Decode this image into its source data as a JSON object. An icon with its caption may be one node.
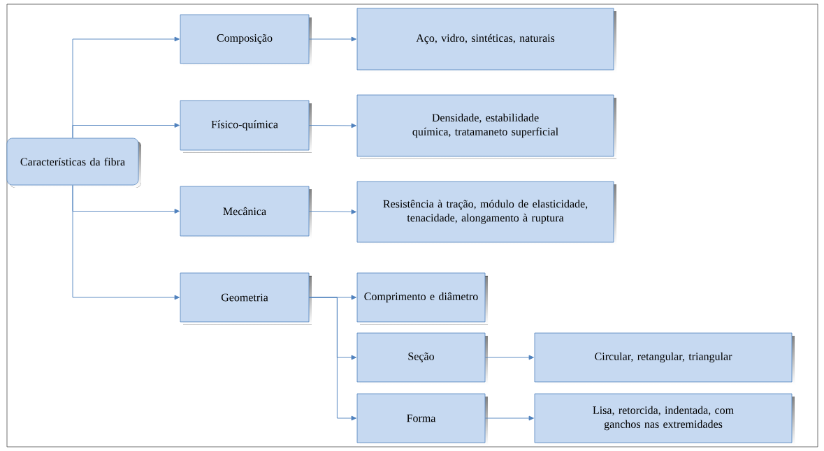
{
  "diagram": {
    "nodes": [
      {
        "text": [
          "Características da fibra"
        ]
      },
      {
        "text": [
          "Composição"
        ]
      },
      {
        "text": [
          "Aço, vidro, sintéticas, naturais"
        ]
      },
      {
        "text": [
          "Físico-química"
        ]
      },
      {
        "text": [
          "Densidade, estabilidade química, tratamaneto superficial"
        ]
      },
      {
        "text": [
          "Mecânica"
        ]
      },
      {
        "text": [
          "Resistência à tração, módulo de elasticidade, tenacidade, alongamento à ruptura"
        ]
      },
      {
        "text": [
          "Geometria"
        ]
      },
      {
        "text": [
          "Comprimento e diâmetro"
        ]
      },
      {
        "text": [
          "Seção"
        ]
      },
      {
        "text": [
          "Circular, retangular, triangular"
        ]
      },
      {
        "text": [
          "Forma"
        ]
      },
      {
        "text": [
          "Lisa, retorcida, indentada, com ganchos nas extremidades"
        ]
      }
    ],
    "edges": [
      {
        "from": 0,
        "to": 1,
        "arrow": "to"
      },
      {
        "from": 0,
        "to": 3,
        "arrow": "to"
      },
      {
        "from": 0,
        "to": 5,
        "arrow": "to"
      },
      {
        "from": 0,
        "to": 7,
        "arrow": "to"
      },
      {
        "from": 1,
        "to": 2,
        "arrow": "to"
      },
      {
        "from": 3,
        "to": 4,
        "arrow": "to"
      },
      {
        "from": 5,
        "to": 6,
        "arrow": "to"
      },
      {
        "from": 7,
        "to": 8,
        "arrow": "to"
      },
      {
        "from": 7,
        "to": 9,
        "arrow": "to"
      },
      {
        "from": 7,
        "to": 11,
        "arrow": "to"
      },
      {
        "from": 9,
        "to": 10,
        "arrow": "to"
      },
      {
        "from": 11,
        "to": 12,
        "arrow": "to"
      }
    ]
  }
}
